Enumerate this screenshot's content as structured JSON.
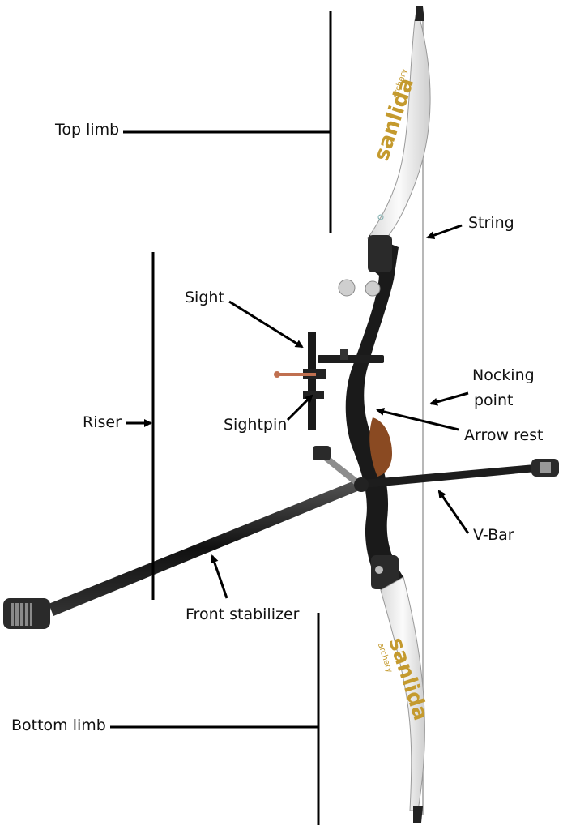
{
  "labels": {
    "top_limb": "Top limb",
    "string": "String",
    "sight": "Sight",
    "nocking_point_line1": "Nocking",
    "nocking_point_line2": "point",
    "riser": "Riser",
    "sightpin": "Sightpin",
    "arrow_rest": "Arrow rest",
    "v_bar": "V-Bar",
    "front_stabilizer": "Front stabilizer",
    "bottom_limb": "Bottom limb"
  },
  "limb_brand": "sanlida",
  "limb_brand_sub": "archery",
  "colors": {
    "limb_white": "#f2f2f2",
    "riser_black": "#1a1a1a",
    "grip_brown": "#8a4a22",
    "brand_gold": "#c49a2e",
    "line_black": "#000000",
    "sightpin_copper": "#c07050"
  }
}
